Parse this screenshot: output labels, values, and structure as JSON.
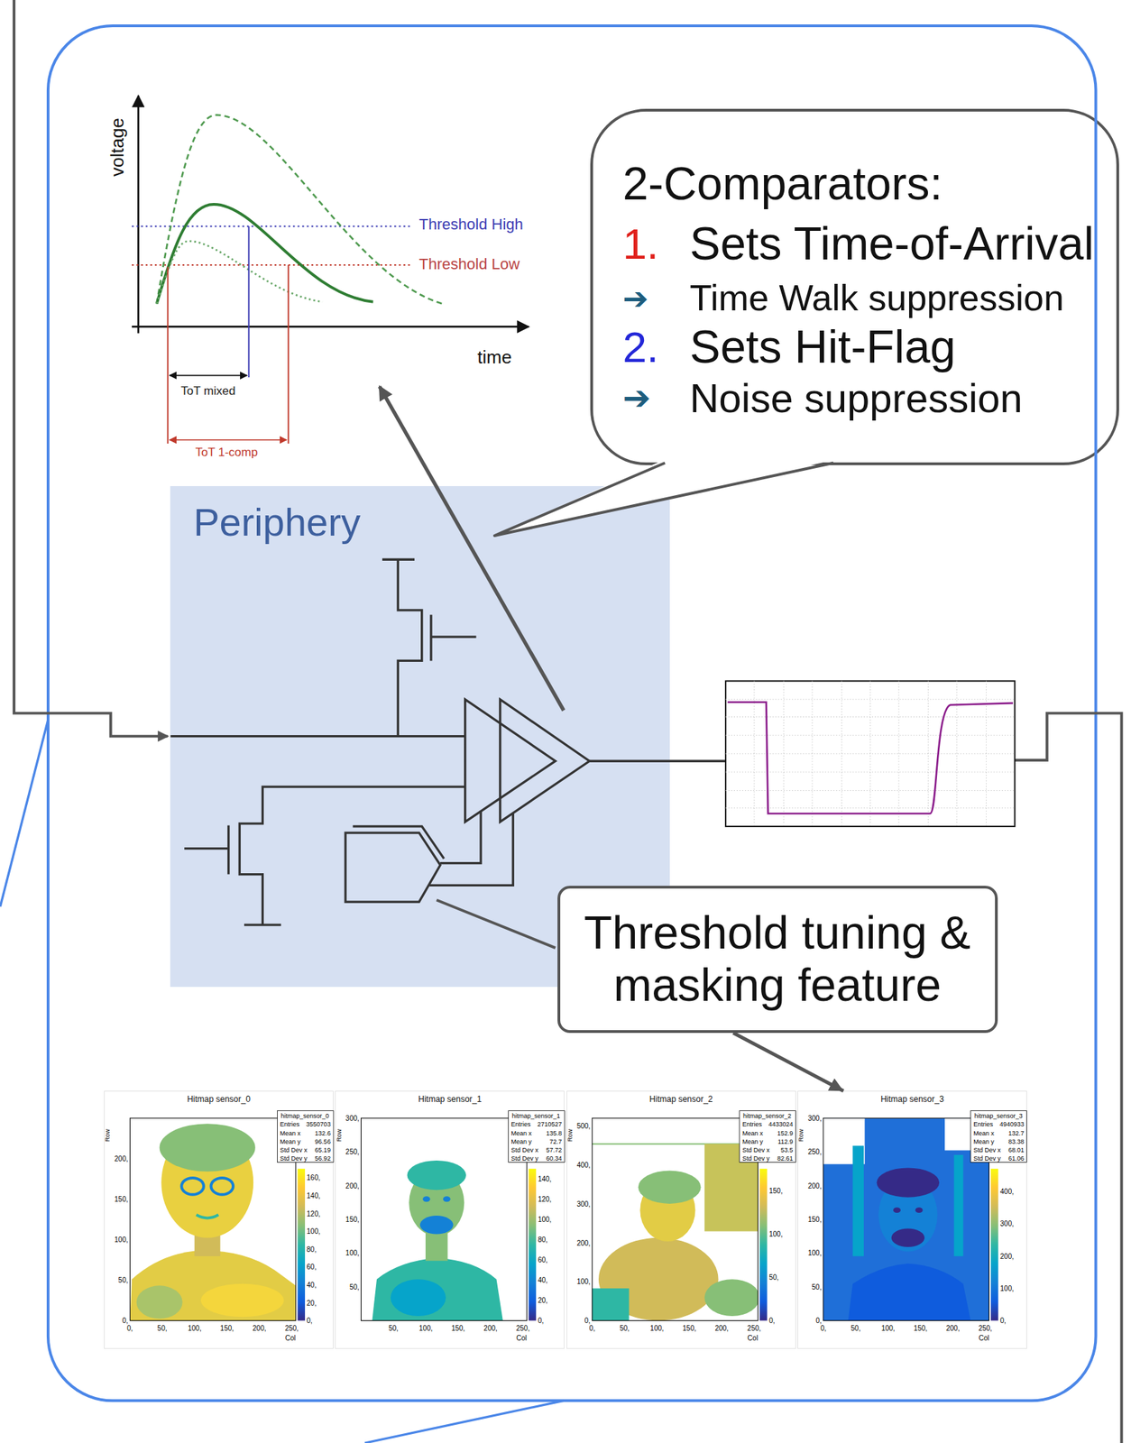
{
  "diagram": {
    "nodes": [
      {
        "text": [
          "2-Comparators:",
          "1.",
          "Sets Time-of-Arrival",
          "➔",
          "Time Walk suppression",
          "2.",
          "Sets Hit-Flag",
          "➔",
          "Noise suppression"
        ]
      },
      {
        "text": [
          "Periphery"
        ]
      },
      {
        "text": [
          "Threshold tuning & masking feature"
        ]
      },
      {
        "text": [
          "Hitmap sensor_0"
        ]
      },
      {
        "text": [
          "Hitmap sensor_1"
        ]
      },
      {
        "text": [
          "Hitmap sensor_2"
        ]
      },
      {
        "text": [
          "Hitmap sensor_3"
        ]
      }
    ],
    "edges": [
      {
        "from": 2,
        "to": 6,
        "arrow": "to"
      }
    ],
    "labels": [
      "voltage",
      "Threshold High",
      "Threshold Low",
      "time",
      "ToT mixed",
      "ToT 1-comp",
      "hitmap_sensor_0",
      "Entries",
      "3550703",
      "Mean x",
      "132.6",
      "Mean y",
      "96.56",
      "Std Dev x",
      "65.19",
      "Std Dev y",
      "56.92",
      "Row",
      "200,",
      "150,",
      "100,",
      "50,",
      "0,",
      "0,",
      "50,",
      "100,",
      "150,",
      "200,",
      "250,",
      "Col",
      "160,",
      "140,",
      "120,",
      "100,",
      "80,",
      "60,",
      "40,",
      "20,",
      "0,",
      "hitmap_sensor_1",
      "Entries",
      "2710527",
      "Mean x",
      "135.8",
      "Mean y",
      "72.7",
      "Std Dev x",
      "57.72",
      "Std Dev y",
      "60.34",
      "Row",
      "300,",
      "250,",
      "200,",
      "150,",
      "100,",
      "50,",
      "50,",
      "100,",
      "150,",
      "200,",
      "250,",
      "Col",
      "140,",
      "120,",
      "100,",
      "80,",
      "60,",
      "40,",
      "20,",
      "0,",
      "hitmap_sensor_2",
      "Entries",
      "4433024",
      "Mean x",
      "152.9",
      "Mean y",
      "112.9",
      "Std Dev x",
      "53.5",
      "Std Dev y",
      "82.61",
      "Row",
      "500,",
      "400,",
      "300,",
      "200,",
      "100,",
      "0,",
      "0,",
      "50,",
      "100,",
      "150,",
      "200,",
      "250,",
      "Col",
      "150,",
      "100,",
      "50,",
      "0,",
      "hitmap_sensor_3",
      "Entries",
      "4940933",
      "Mean x",
      "132.7",
      "Mean y",
      "83.38",
      "Std Dev x",
      "68.01",
      "Std Dev y",
      "61.06",
      "Row",
      "300,",
      "250,",
      "200,",
      "150,",
      "100,",
      "50,",
      "0,",
      "0,",
      "50,",
      "100,",
      "150,",
      "200,",
      "250,",
      "Col",
      "400,",
      "300,",
      "200,",
      "100,",
      "0,"
    ]
  }
}
